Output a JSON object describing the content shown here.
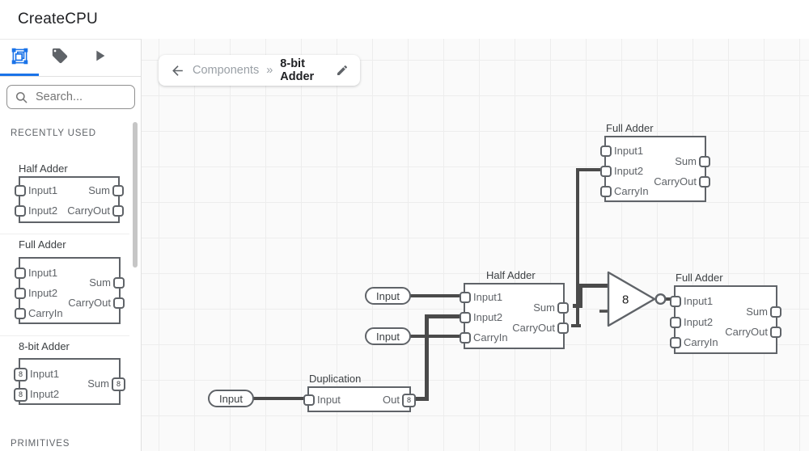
{
  "header": {
    "title": "CreateCPU"
  },
  "sidebar": {
    "tabs": [
      {
        "name": "components",
        "icon": "component-icon",
        "active": true
      },
      {
        "name": "tags",
        "icon": "tag-icon",
        "active": false
      },
      {
        "name": "run",
        "icon": "play-icon",
        "active": false
      }
    ],
    "search": {
      "placeholder": "Search..."
    },
    "section_recent": "RECENTLY USED",
    "section_primitives": "PRIMITIVES",
    "items": [
      {
        "title": "Half Adder",
        "inputs": [
          "Input1",
          "Input2"
        ],
        "outputs": [
          "Sum",
          "CarryOut"
        ]
      },
      {
        "title": "Full Adder",
        "inputs": [
          "Input1",
          "Input2",
          "CarryIn"
        ],
        "outputs": [
          "Sum",
          "CarryOut"
        ]
      },
      {
        "title": "8-bit Adder",
        "inputs": [
          "Input1",
          "Input2"
        ],
        "outputs": [
          "Sum"
        ],
        "bus_width": "8"
      }
    ]
  },
  "breadcrumb": {
    "root": "Components",
    "separator": "»",
    "current": "8-bit Adder"
  },
  "canvas": {
    "full_adder_top": {
      "title": "Full Adder",
      "inputs": [
        "Input1",
        "Input2",
        "CarryIn"
      ],
      "outputs": [
        "Sum",
        "CarryOut"
      ]
    },
    "half_adder": {
      "title": "Half Adder",
      "inputs": [
        "Input1",
        "Input2",
        "CarryIn"
      ],
      "outputs": [
        "Sum",
        "CarryOut"
      ]
    },
    "full_adder_right": {
      "title": "Full Adder",
      "inputs": [
        "Input1",
        "Input2",
        "CarryIn"
      ],
      "outputs": [
        "Sum",
        "CarryOut"
      ]
    },
    "duplication": {
      "title": "Duplication",
      "input": "Input",
      "output": "Out",
      "bus_width": "8"
    },
    "not_gate": {
      "bus_width": "8"
    },
    "input_pills": [
      "Input",
      "Input",
      "Input"
    ]
  },
  "colors": {
    "accent": "#1a73e8",
    "wire": "#4a4a4a",
    "component_border": "#5f6368",
    "grid_line": "#ededed"
  }
}
